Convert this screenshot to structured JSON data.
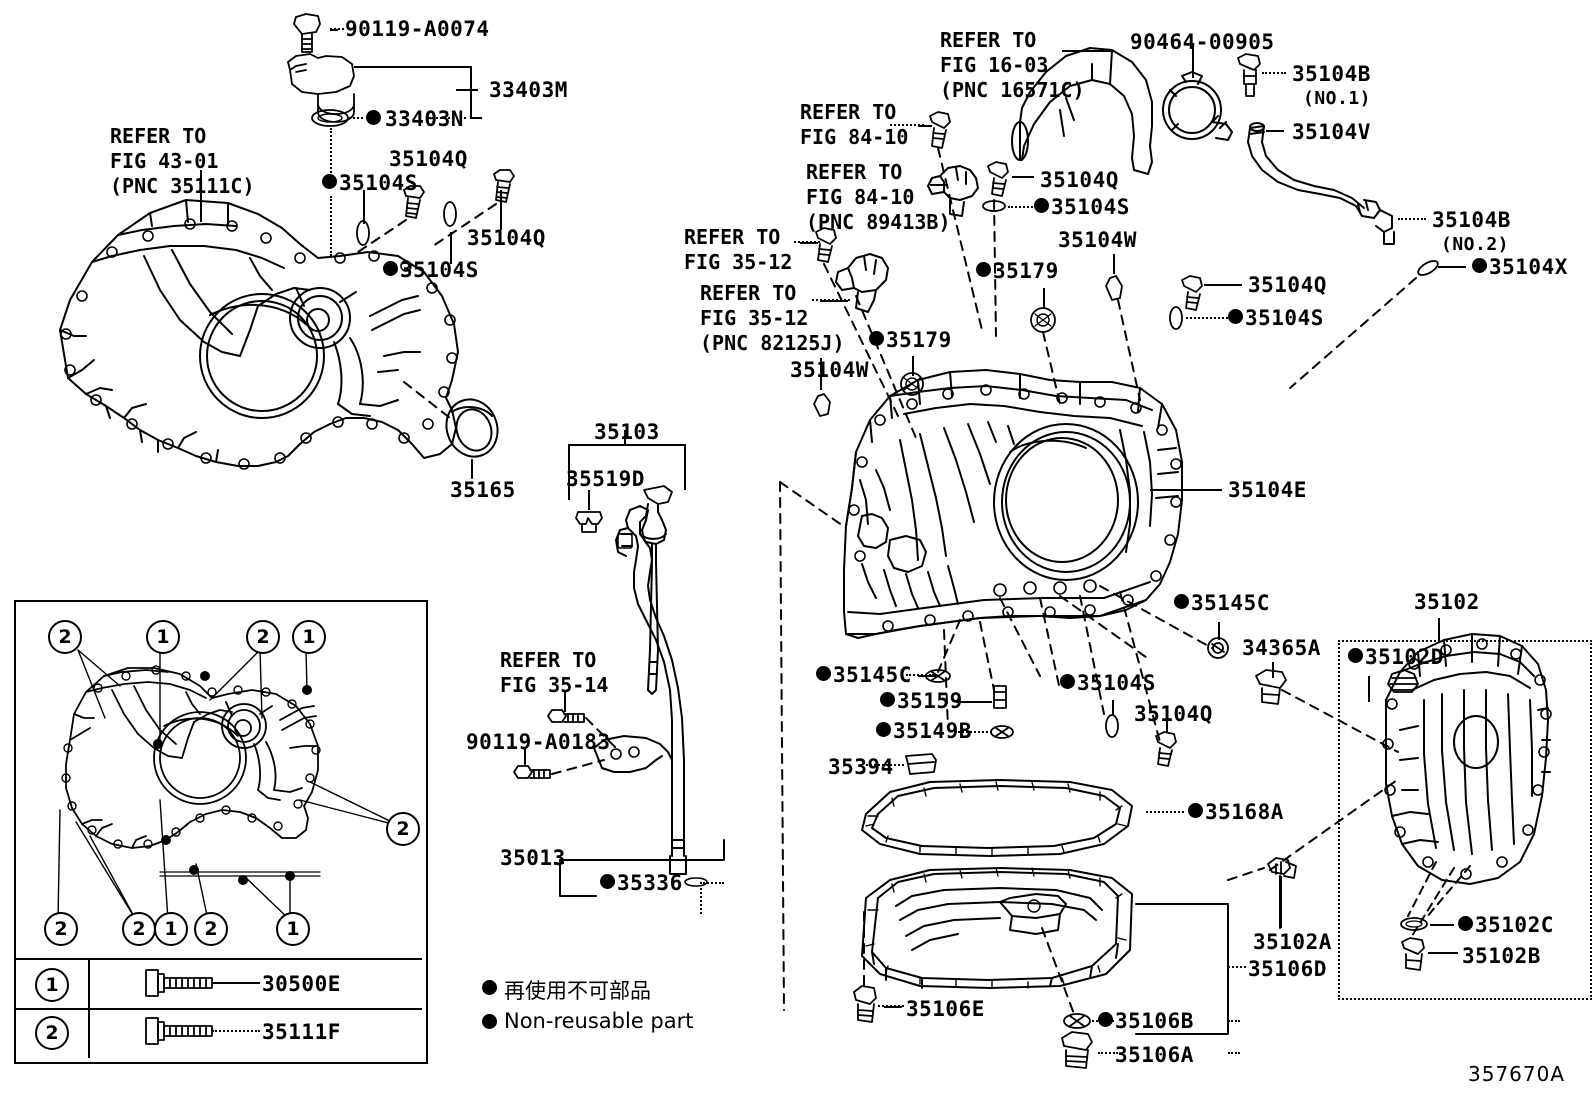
{
  "diagram": {
    "drawing_number": "357670A",
    "note_jp": "再使用不可部品",
    "note_en": "Non-reusable part"
  },
  "refs": {
    "r_4301": "REFER TO\nFIG 43-01\n(PNC 35111C)",
    "r_1603": "REFER TO\nFIG 16-03\n(PNC 16571C)",
    "r_8410a": "REFER TO\nFIG 84-10",
    "r_8410b": "REFER TO\nFIG 84-10\n(PNC 89413B)",
    "r_3512a": "REFER TO\nFIG 35-12",
    "r_3512b": "REFER TO\nFIG 35-12\n(PNC 82125J)",
    "r_3514": "REFER TO\nFIG 35-14"
  },
  "parts": {
    "p1": "90119-A0074",
    "p2": "33403M",
    "p3": "33403N",
    "p4": "35104Q",
    "p5": "35104S",
    "p6": "35104Q",
    "p7": "35104S",
    "p8": "35165",
    "p9": "35103",
    "p10": "35519D",
    "p11": "90119-A0183",
    "p12": "35013",
    "p13": "35336",
    "p14": "90464-00905",
    "p15": "35104B",
    "p15b": "(NO.1)",
    "p16": "35104V",
    "p17": "35104B",
    "p17b": "(NO.2)",
    "p18": "35104X",
    "p19": "35104Q",
    "p20": "35104S",
    "p21": "35104W",
    "p22": "35179",
    "p23": "35104Q",
    "p24": "35104S",
    "p25": "35179",
    "p26": "35104W",
    "p27": "35104E",
    "p28": "35145C",
    "p29": "35145C",
    "p30": "35159",
    "p31": "35149B",
    "p32": "35104S",
    "p33": "35104Q",
    "p34": "34365A",
    "p35": "35102",
    "p36": "35102D",
    "p37": "35102C",
    "p38": "35102B",
    "p39": "35102A",
    "p40": "35394",
    "p41": "35168A",
    "p42": "35106E",
    "p43": "35106B",
    "p44": "35106A",
    "p45": "35106D"
  },
  "legend": {
    "rows": [
      {
        "num": "1",
        "part": "30500E"
      },
      {
        "num": "2",
        "part": "35111F"
      }
    ]
  },
  "callouts": {
    "c1": "2",
    "c2": "1",
    "c3": "2",
    "c4": "1",
    "c5": "2",
    "c6": "2",
    "c7": "2",
    "c8": "1",
    "c9": "2",
    "c10": "1"
  }
}
